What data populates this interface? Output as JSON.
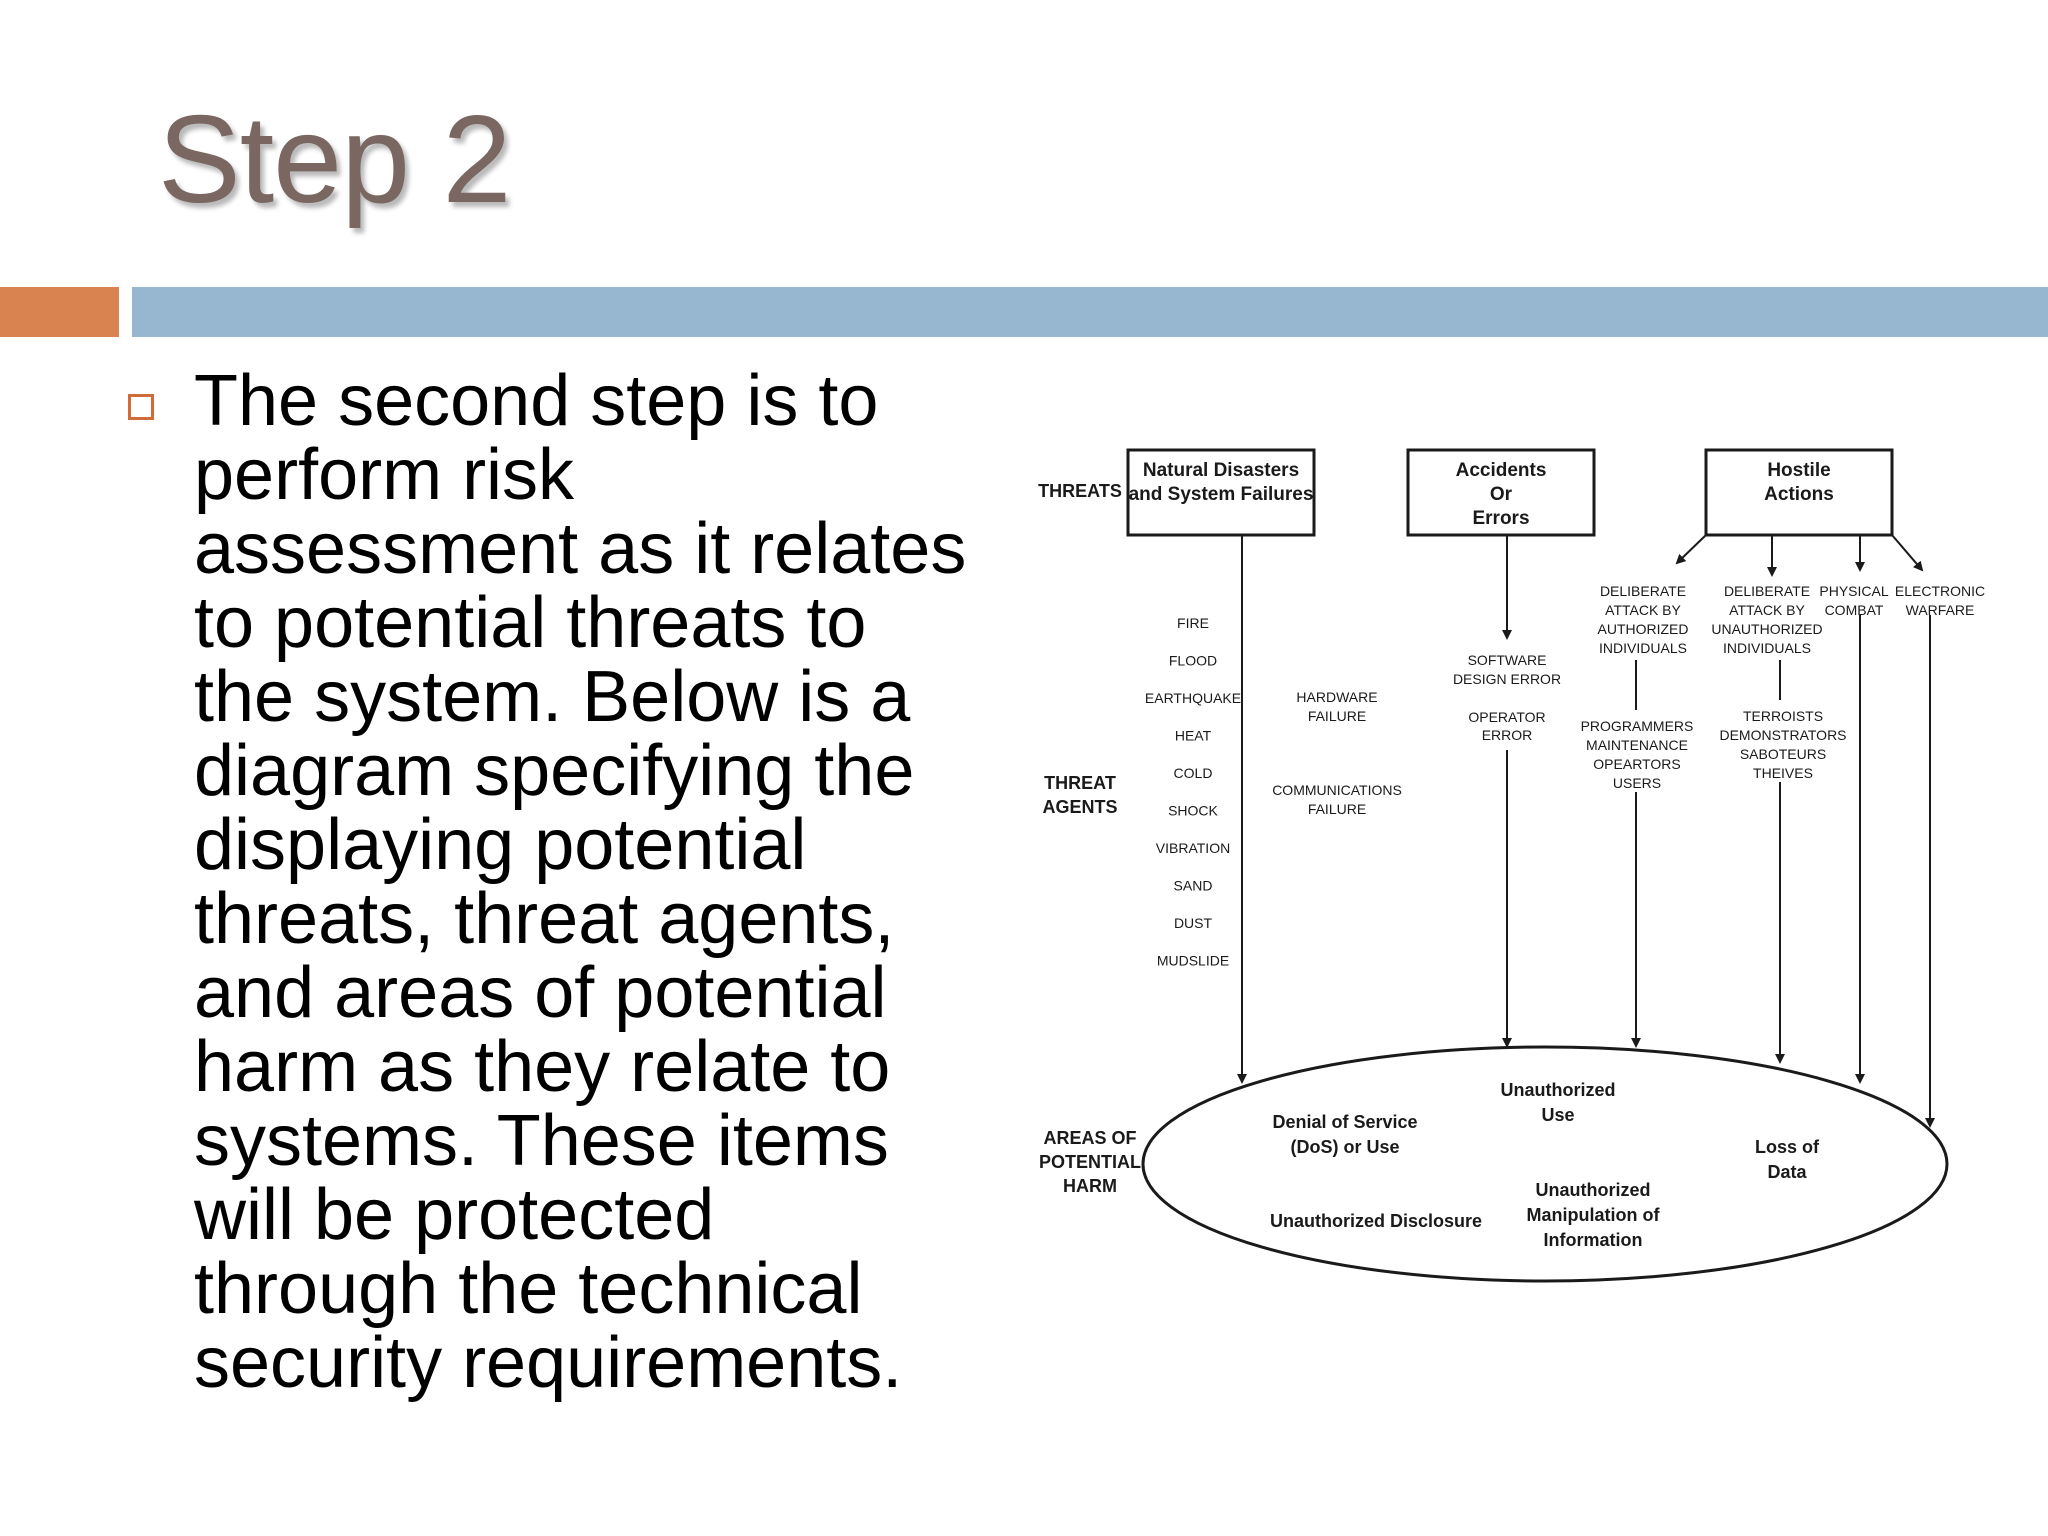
{
  "slide": {
    "title": "Step 2",
    "accent_color": "#d98450",
    "bar_color": "#97b6cf",
    "bullet_color": "#d06c38",
    "body": "The second step is to perform risk assessment as it relates to potential threats to the system. Below is a diagram specifying the displaying potential threats, threat agents, and areas of potential harm as they relate to systems. These items will be protected through the technical security requirements."
  },
  "diagram": {
    "row_labels": {
      "threats": "THREATS",
      "threat_agents": [
        "THREAT",
        "AGENTS"
      ],
      "areas": [
        "AREAS OF",
        "POTENTIAL",
        "HARM"
      ]
    },
    "threat_boxes": [
      [
        "Natural Disasters",
        "and System Failures"
      ],
      [
        "Accidents",
        "Or",
        "Errors"
      ],
      [
        "Hostile",
        "Actions"
      ]
    ],
    "natural_agents": [
      "FIRE",
      "FLOOD",
      "EARTHQUAKE",
      "HEAT",
      "COLD",
      "SHOCK",
      "VIBRATION",
      "SAND",
      "DUST",
      "MUDSLIDE"
    ],
    "system_agents": [
      [
        "HARDWARE",
        "FAILURE"
      ],
      [
        "COMMUNICATIONS",
        "FAILURE"
      ]
    ],
    "error_agents": [
      [
        "SOFTWARE",
        "DESIGN ERROR"
      ],
      [
        "OPERATOR",
        "ERROR"
      ]
    ],
    "hostile_categories": [
      [
        "DELIBERATE",
        "ATTACK BY",
        "AUTHORIZED",
        "INDIVIDUALS"
      ],
      [
        "DELIBERATE",
        "ATTACK BY",
        "UNAUTHORIZED",
        "INDIVIDUALS"
      ],
      [
        "PHYSICAL",
        "COMBAT"
      ],
      [
        "ELECTRONIC",
        "WARFARE"
      ]
    ],
    "hostile_agents": [
      [
        "PROGRAMMERS",
        "MAINTENANCE",
        "OPEARTORS",
        "USERS"
      ],
      [
        "TERROISTS",
        "DEMONSTRATORS",
        "SABOTEURS",
        "THEIVES"
      ]
    ],
    "harm_areas": [
      [
        "Unauthorized",
        "Use"
      ],
      [
        "Denial of Service",
        "(DoS) or Use"
      ],
      [
        "Loss of",
        "Data"
      ],
      [
        "Unauthorized Disclosure"
      ],
      [
        "Unauthorized",
        "Manipulation of",
        "Information"
      ]
    ]
  }
}
